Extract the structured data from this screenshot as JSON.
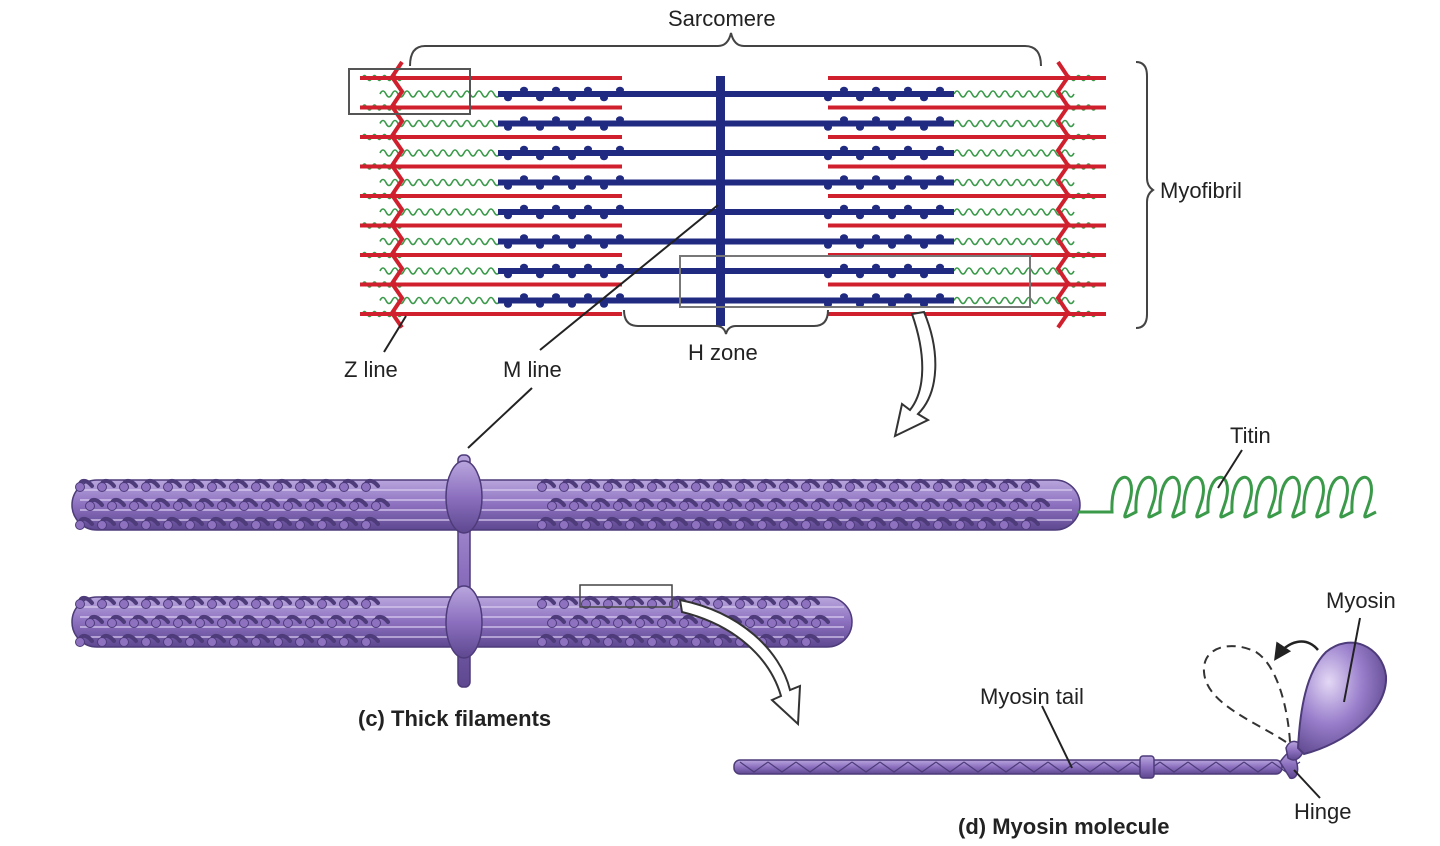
{
  "labels": {
    "sarcomere": "Sarcomere",
    "myofibril": "Myofibril",
    "z_line": "Z line",
    "m_line": "M line",
    "h_zone": "H zone",
    "titin": "Titin",
    "myosin_head": "Myosin",
    "myosin_tail": "Myosin tail",
    "hinge": "Hinge"
  },
  "captions": {
    "thick_filaments": "(c) Thick filaments",
    "myosin_molecule": "(d) Myosin molecule"
  },
  "colors": {
    "actin": "#d0202e",
    "myosin_dark": "#1f2a80",
    "titin": "#3a9a4a",
    "thick_purple": "#8e72c0",
    "thick_purple_dark": "#5f4a92",
    "thick_purple_light": "#b7a3dd",
    "outline": "#333333"
  }
}
